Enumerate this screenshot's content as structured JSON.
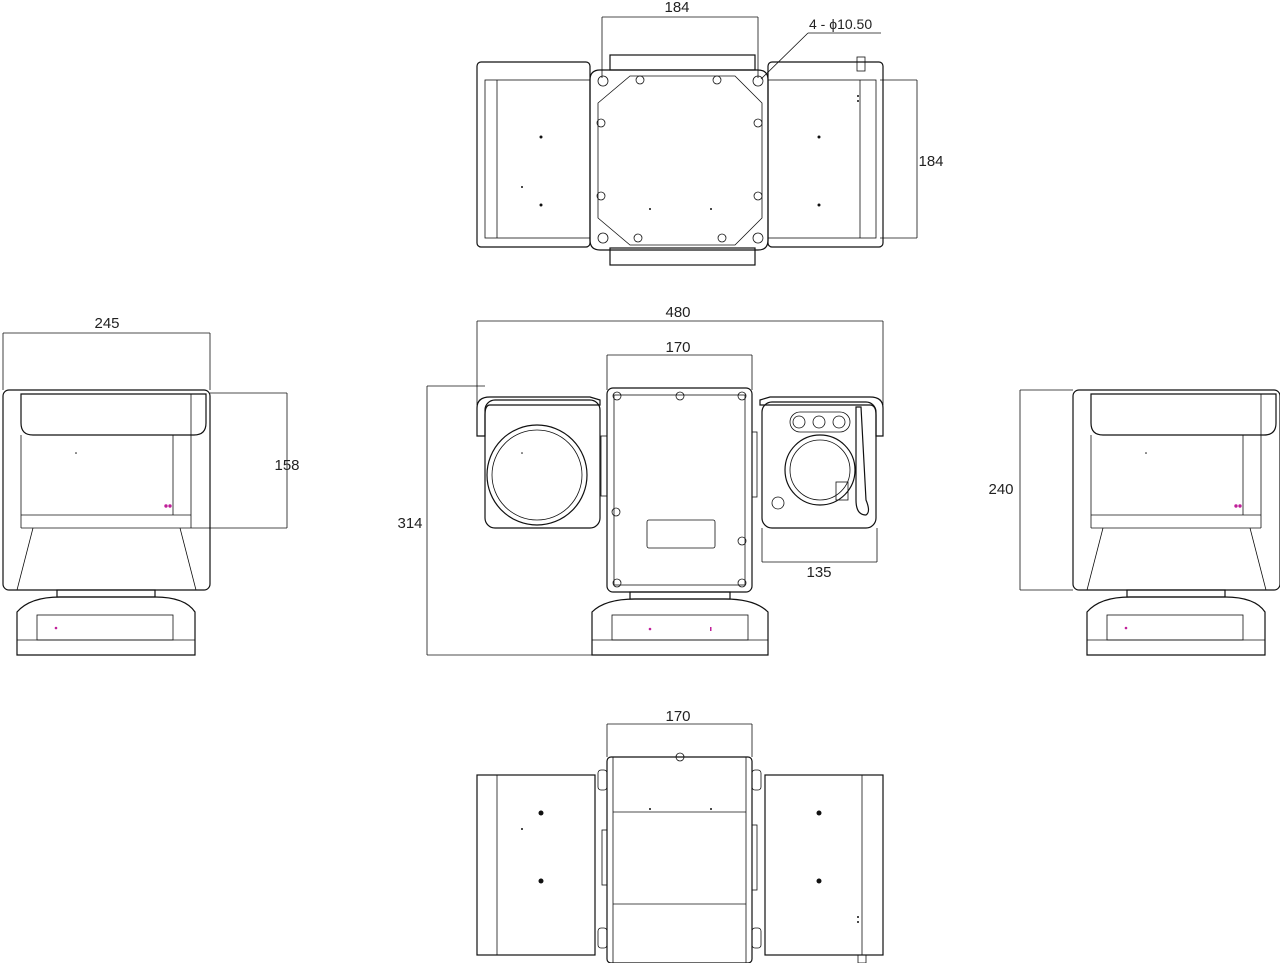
{
  "drawing": {
    "top_view": {
      "width_label": "184",
      "hole_label": "4 - ϕ10.50",
      "height_label": "184"
    },
    "left_side_view": {
      "width_label": "245",
      "height_label": "158"
    },
    "front_view": {
      "overall_width_label": "480",
      "body_width_label": "170",
      "overall_height_label": "314",
      "pod_width_label": "135"
    },
    "right_side_view": {
      "height_label": "240"
    },
    "bottom_view": {
      "body_width_label": "170"
    }
  }
}
